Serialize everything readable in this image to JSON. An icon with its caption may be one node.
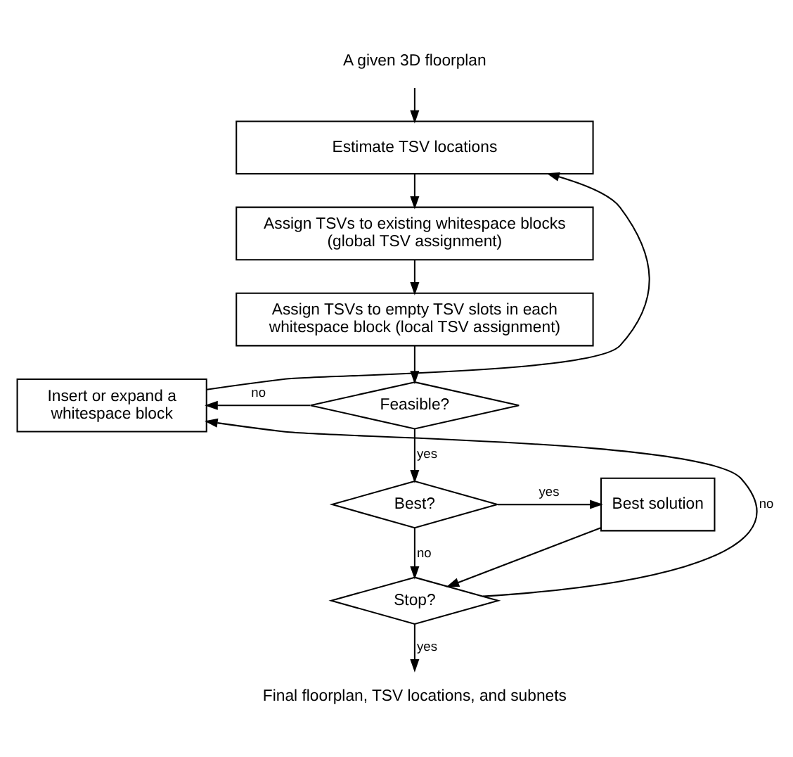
{
  "diagram": {
    "nodes": [
      {
        "text": [
          "A given 3D floorplan"
        ]
      },
      {
        "text": [
          "Estimate TSV locations"
        ]
      },
      {
        "text": [
          "Assign TSVs to existing whitespace blocks (global TSV assignment)"
        ]
      },
      {
        "text": [
          "Assign TSVs to empty TSV slots in each whitespace block (local TSV assignment)"
        ]
      },
      {
        "text": [
          "Insert or expand a whitespace block"
        ]
      },
      {
        "text": [
          "Feasible?"
        ]
      },
      {
        "text": [
          "Best?"
        ]
      },
      {
        "text": [
          "Best solution"
        ]
      },
      {
        "text": [
          "Stop?"
        ]
      },
      {
        "text": [
          "Final floorplan, TSV locations, and subnets"
        ]
      }
    ],
    "edges": [
      {
        "from": 0,
        "to": 1,
        "arrow": "to"
      },
      {
        "from": 1,
        "to": 2,
        "arrow": "to"
      },
      {
        "from": 2,
        "to": 3,
        "arrow": "to"
      },
      {
        "from": 3,
        "to": 5,
        "arrow": "to"
      },
      {
        "from": 5,
        "to": 4,
        "arrow": "to",
        "label": "no"
      },
      {
        "from": 4,
        "to": 1,
        "arrow": "to"
      },
      {
        "from": 5,
        "to": 6,
        "arrow": "to",
        "label": "yes"
      },
      {
        "from": 6,
        "to": 7,
        "arrow": "to",
        "label": "yes"
      },
      {
        "from": 6,
        "to": 8,
        "arrow": "to",
        "label": "no"
      },
      {
        "from": 7,
        "to": 8,
        "arrow": "to"
      },
      {
        "from": 8,
        "to": 4,
        "arrow": "to",
        "label": "no"
      },
      {
        "from": 8,
        "to": 9,
        "arrow": "to",
        "label": "yes"
      }
    ]
  }
}
